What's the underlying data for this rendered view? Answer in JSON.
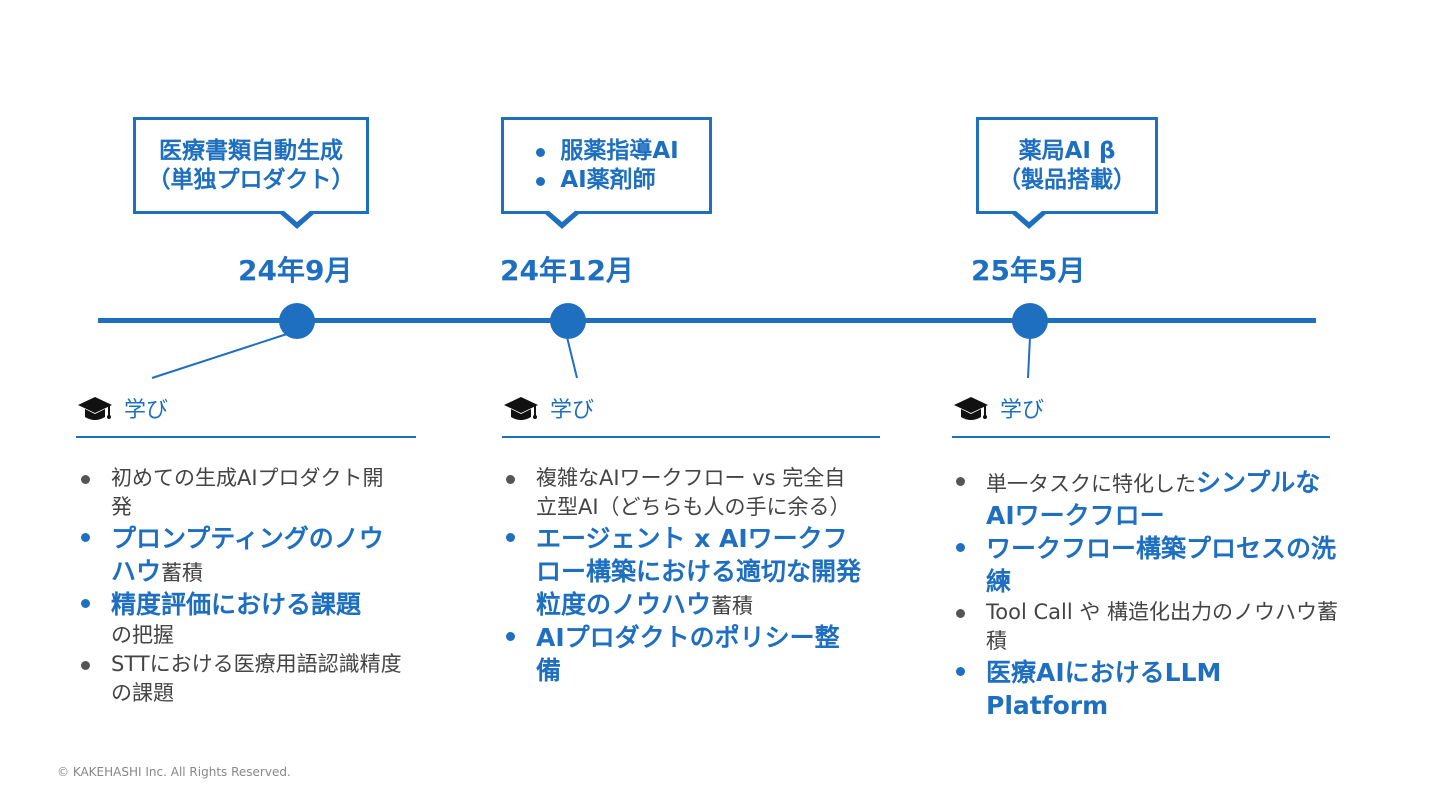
{
  "callouts": [
    {
      "lines": [
        "医療書類自動生成",
        "（単独プロダクト）"
      ]
    },
    {
      "items": [
        "服薬指導AI",
        "AI薬剤師"
      ]
    },
    {
      "lines": [
        "薬局AI β",
        "（製品搭載）"
      ]
    }
  ],
  "dates": [
    "24年9月",
    "24年12月",
    "25年5月"
  ],
  "learn_label": "学び",
  "col1": {
    "i1": "初めての生成AIプロダクト開発",
    "i2_hl": "プロンプティングのノウハウ",
    "i2_tail": "蓄積",
    "i3_hl": "精度評価における課題",
    "i3_tail": "の把握",
    "i4": "STTにおける医療用語認識精度の課題"
  },
  "col2": {
    "i1": "複雑なAIワークフロー vs 完全自立型AI（どちらも人の手に余る）",
    "i2_hl": "エージェント x AIワークフロー構築における適切な開発粒度のノウハウ",
    "i2_tail": "蓄積",
    "i3_hl": "AIプロダクトのポリシー整備"
  },
  "col3": {
    "i1_pre": "単一タスクに特化した",
    "i1_hl": "シンプルなAIワークフロー",
    "i2_hl": "ワークフロー構築プロセスの洗練",
    "i3": "Tool Call や 構造化出力のノウハウ蓄積",
    "i4_hl": "医療AIにおけるLLM Platform"
  },
  "footer": "© KAKEHASHI Inc. All Rights Reserved.",
  "colors": {
    "accent": "#1e6fbf",
    "text": "#444444"
  }
}
